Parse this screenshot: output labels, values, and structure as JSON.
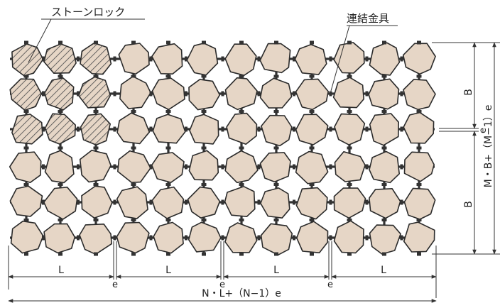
{
  "labels": {
    "stone_lock": "ストーンロック",
    "connector": "連結金具",
    "dim_L": "L",
    "dim_e": "e",
    "dim_total_width": "N・L+（N−1）e",
    "dim_B": "B",
    "dim_total_height": "M・B+（M−1）e"
  },
  "colors": {
    "stone_fill": "#e6d6c6",
    "hatch": "#555555",
    "line": "#333333"
  },
  "grid": {
    "units_across": 4,
    "units_down": 2,
    "stones_per_unit_across": 3,
    "stones_per_unit_down": 3,
    "hatched_unit": "top-left"
  }
}
